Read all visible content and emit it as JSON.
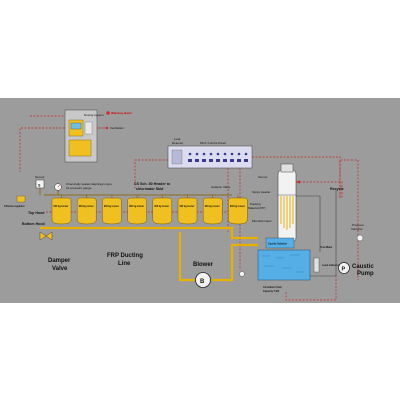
{
  "colors": {
    "background": "#9c9c9c",
    "pipe_dashed": "#c62828",
    "pipe_yellow": "#e8b100",
    "tank_fill": "#f0c020",
    "solution_fill": "#55aee6",
    "panel_fill": "#dcdcf0",
    "scrubber_fill": "#f2f2f2"
  },
  "dosing": {
    "system_label": "Dosing system",
    "warning_label": "Warning alarm",
    "ventilation_label": "Ventilation"
  },
  "header": {
    "sensor_label": "Sensor",
    "chlorine_regulator_label": "Chlorine regulator",
    "diaphragm_label": "Chemically sealed diaphragm type",
    "pressure_gauge_label": "CL pressure gauge",
    "header_label_1": "CS Sch. 80 Header to",
    "header_label_2": "chlorinator Skid",
    "isolation_valve_label": "Isolation Valve",
    "top_hood_label": "Top Hood",
    "bottom_hood_label": "Bottom Hood",
    "tank_labels": [
      "900 kg tonner",
      "900 kg tonner",
      "900 kg tonner",
      "900 kg tonner",
      "900 kg tonner",
      "900 kg tonner",
      "900 kg tonner",
      "900 kg tonner"
    ]
  },
  "controls": {
    "leak_detector_label_1": "Leak",
    "leak_detector_label_2": "Detector",
    "mcc_panel_label": "MCC Control Panel"
  },
  "scrubber": {
    "sensor_label": "Sensor",
    "spray_header_label": "Spray Header",
    "packing_label_1": "Packing",
    "packing_label_2": "Material (PP)",
    "mist_label": "Mist Eliminator",
    "caustic_label": "Caustic Solution",
    "recycle_label": "Recycle",
    "tank_label_1": "Circulation Tank",
    "tank_label_2": "Capacity 7 M3",
    "flow_label": "Flow Meter",
    "level_label": "Level indicator",
    "pressure_indicator_1": "Pressure",
    "pressure_indicator_2": "Indicator",
    "pump_label_1": "Caustic",
    "pump_label_2": "Pump"
  },
  "bottom": {
    "damper_label_1": "Damper",
    "damper_label_2": "Valve",
    "ducting_label_1": "FRP Ducting",
    "ducting_label_2": "Line",
    "blower_label": "Blower",
    "blower_letter": "B",
    "pump_letter": "P"
  }
}
